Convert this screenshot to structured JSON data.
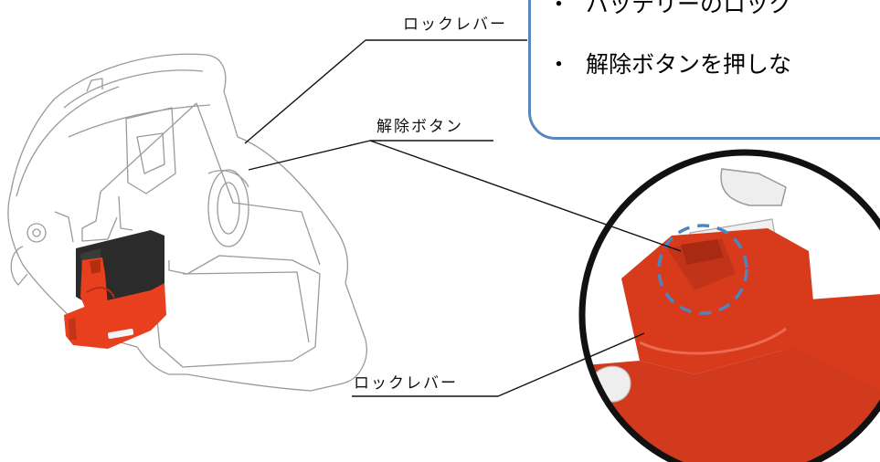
{
  "labels": {
    "lock_lever_top": "ロックレバー",
    "release_button": "解除ボタン",
    "lock_lever_bottom": "ロックレバー"
  },
  "callout": {
    "bullet": "・",
    "notes": [
      "バッテリーのロック",
      "解除ボタンを押しな"
    ]
  },
  "colors": {
    "battery_red": "#e8401f",
    "battery_dark": "#2b2b2b",
    "callout_border": "#5b86bd",
    "highlight_circle": "#4f84c4",
    "zoom_ring": "#111111"
  }
}
